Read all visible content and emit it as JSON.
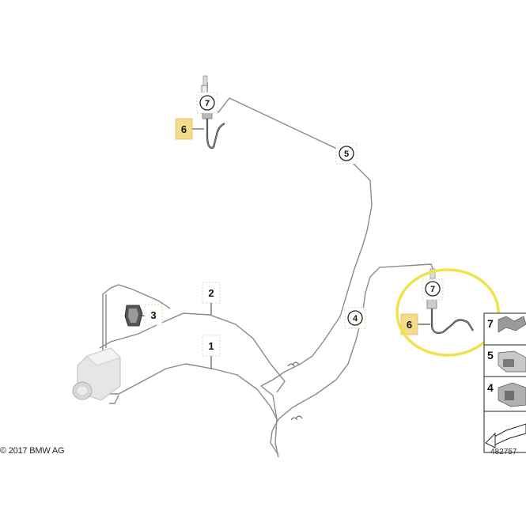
{
  "callouts": {
    "seven_top": "7",
    "six_top": "6",
    "five": "5",
    "three": "3",
    "two": "2",
    "one": "1",
    "four": "4",
    "seven_right": "7",
    "six_right": "6"
  },
  "legend": {
    "items": [
      "7",
      "5",
      "4"
    ]
  },
  "footer": {
    "copyright": "© 2017 BMW AG",
    "part_number": "482757"
  },
  "colors": {
    "highlight_box": "#f4dc8a",
    "highlight_ring": "#f2e24a",
    "pipe": "#8a8a8a"
  }
}
